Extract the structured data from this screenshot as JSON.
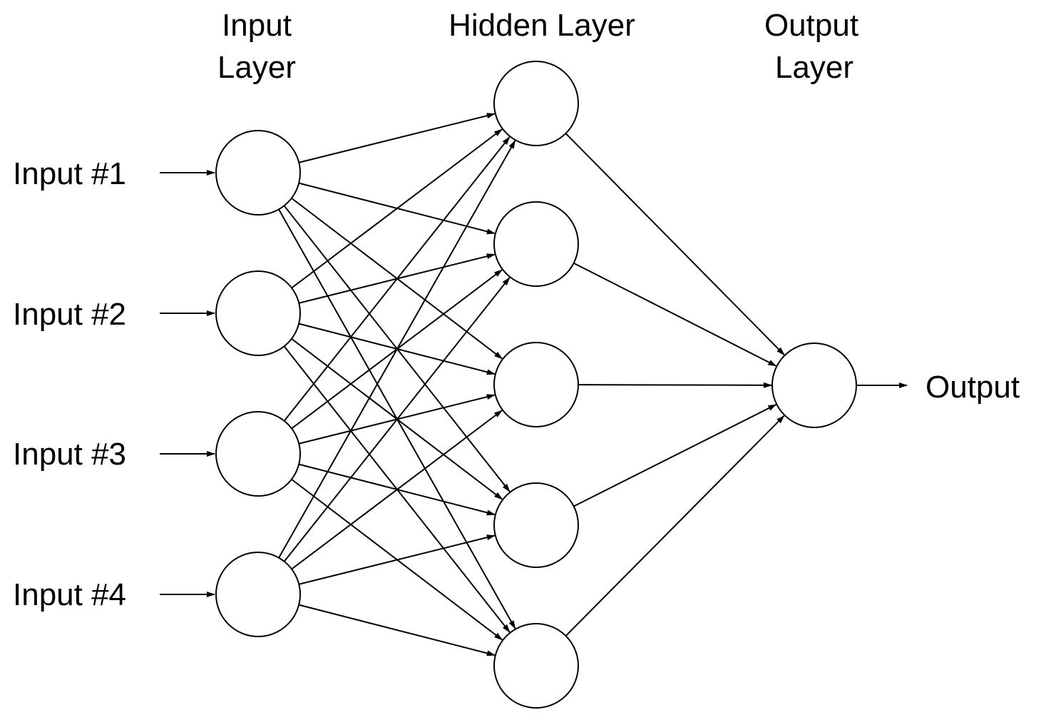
{
  "diagram": {
    "layers": {
      "input": {
        "title_line1": "Input",
        "title_line2": "Layer",
        "node_count": 4
      },
      "hidden": {
        "title_line1": "Hidden Layer",
        "node_count": 5
      },
      "output": {
        "title_line1": "Output",
        "title_line2": "Layer",
        "node_count": 1
      }
    },
    "input_labels": [
      "Input #1",
      "Input #2",
      "Input #3",
      "Input #4"
    ],
    "output_label": "Output",
    "connectivity": "fully-connected",
    "colors": {
      "stroke": "#000000",
      "background": "#ffffff"
    }
  }
}
